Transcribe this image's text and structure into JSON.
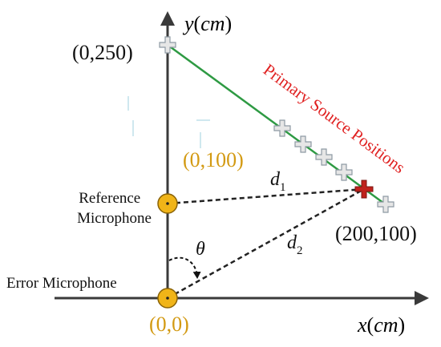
{
  "axes": {
    "y_var": "y",
    "y_unit": "cm",
    "x_var": "x",
    "x_unit": "cm"
  },
  "points": {
    "top": "(0,250)",
    "reference": "(0,100)",
    "origin": "(0,0)",
    "primary": "(200,100)"
  },
  "labels": {
    "reference_line1": "Reference",
    "reference_line2": "Microphone",
    "error": "Error Microphone",
    "primary_positions": "Primary Source Positions",
    "d1": "d",
    "d1_sub": "1",
    "d2": "d",
    "d2_sub": "2",
    "theta": "θ"
  },
  "colors": {
    "axis": "#3a3a3a",
    "source_line": "#2e9a43",
    "mic_fill": "#f0b418",
    "mic_stroke": "#8a6308",
    "gold_text": "#d39a13",
    "primary_text": "#e02020",
    "active_marker": "#c0221c",
    "marker_fill": "#e6e6e6",
    "marker_stroke": "#8e9aa3"
  }
}
